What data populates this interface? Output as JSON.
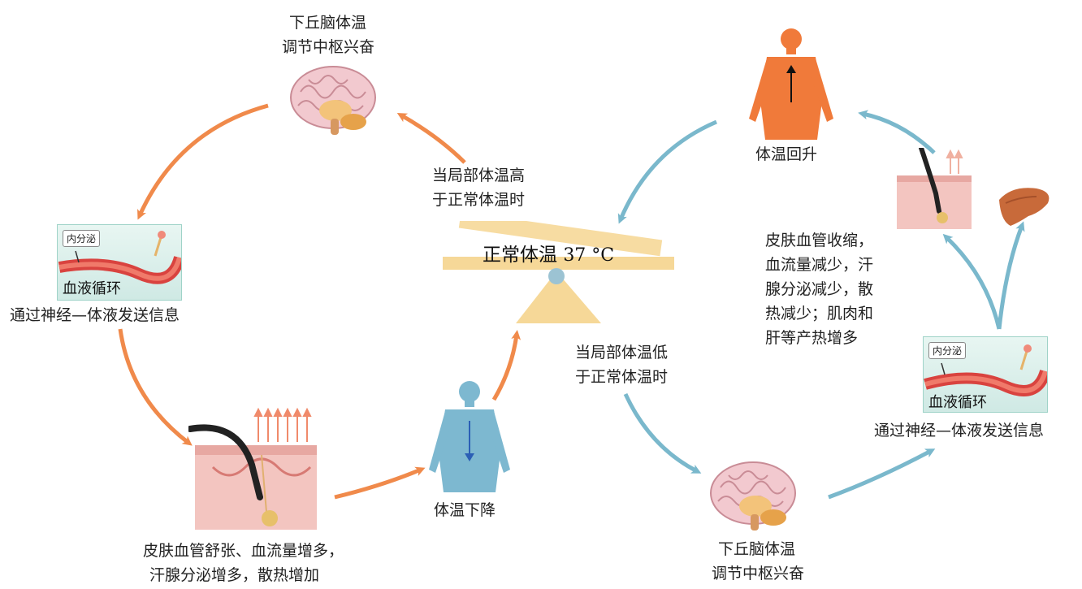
{
  "top_brain_label": [
    "下丘脑体温",
    "调节中枢兴奋"
  ],
  "bottom_brain_label": [
    "下丘脑体温",
    "调节中枢兴奋"
  ],
  "left_panel": {
    "endocrine": "内分泌",
    "circulation": "血液循环",
    "caption": "通过神经—体液发送信息"
  },
  "right_panel": {
    "endocrine": "内分泌",
    "circulation": "血液循环",
    "caption": "通过神经—体液发送信息"
  },
  "high_condition": [
    "当局部体温高",
    "于正常体温时"
  ],
  "low_condition": [
    "当局部体温低",
    "于正常体温时"
  ],
  "center": {
    "label": "正常体温",
    "value": "37 °C"
  },
  "temp_drop": "体温下降",
  "temp_rise": "体温回升",
  "skin_dilate": [
    "皮肤血管舒张、血流量增多，",
    "汗腺分泌增多，散热增加"
  ],
  "skin_constrict": [
    "皮肤血管收缩，",
    "血流量减少，汗",
    "腺分泌减少，散",
    "热减少；肌肉和",
    "肝等产热增多"
  ],
  "colors": {
    "orange_arrow": "#f08a4b",
    "blue_arrow": "#7ab8cc",
    "orange_body": "#f07a3a",
    "blue_body": "#7db8d0"
  }
}
